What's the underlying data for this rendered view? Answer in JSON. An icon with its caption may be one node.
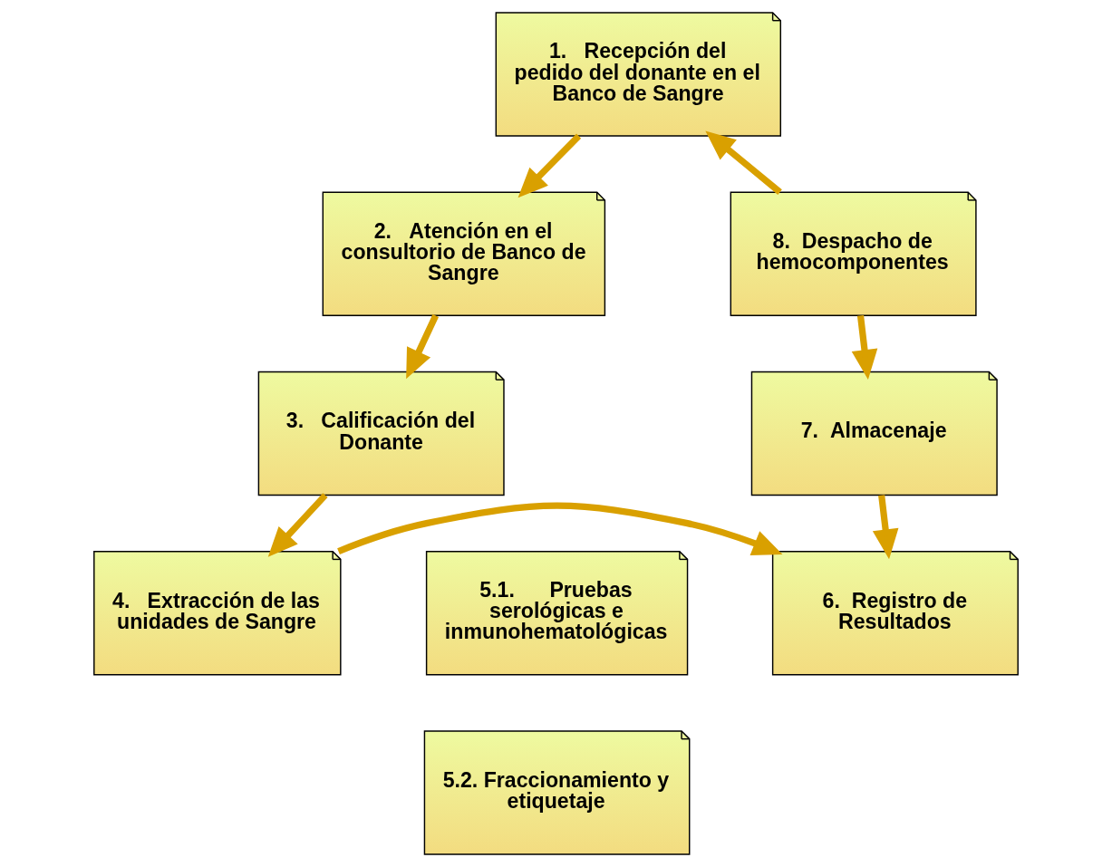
{
  "diagram": {
    "nodes": [
      {
        "text": [
          "1.   Recepción del pedido del donante en el Banco de Sangre"
        ]
      },
      {
        "text": [
          "2.   Atención en el consultorio de Banco de Sangre"
        ]
      },
      {
        "text": [
          "3.   Calificación del Donante"
        ]
      },
      {
        "text": [
          "4.   Extracción de las unidades de Sangre"
        ]
      },
      {
        "text": [
          "5.1.      Pruebas serológicas e inmunohematológicas"
        ]
      },
      {
        "text": [
          "5.2. Fraccionamiento y etiquetaje"
        ]
      },
      {
        "text": [
          "6.  Registro de Resultados"
        ]
      },
      {
        "text": [
          "7.  Almacenaje"
        ]
      },
      {
        "text": [
          "8.  Despacho de hemocomponentes"
        ]
      }
    ],
    "edges": [
      {
        "from": 0,
        "to": 1,
        "arrow": "to"
      },
      {
        "from": 1,
        "to": 2,
        "arrow": "to"
      },
      {
        "from": 2,
        "to": 3,
        "arrow": "to"
      },
      {
        "from": 3,
        "to": 6,
        "arrow": "to"
      },
      {
        "from": 8,
        "to": 7,
        "arrow": "to"
      },
      {
        "from": 7,
        "to": 6,
        "arrow": "to"
      },
      {
        "from": 8,
        "to": 0,
        "arrow": "to"
      }
    ]
  }
}
